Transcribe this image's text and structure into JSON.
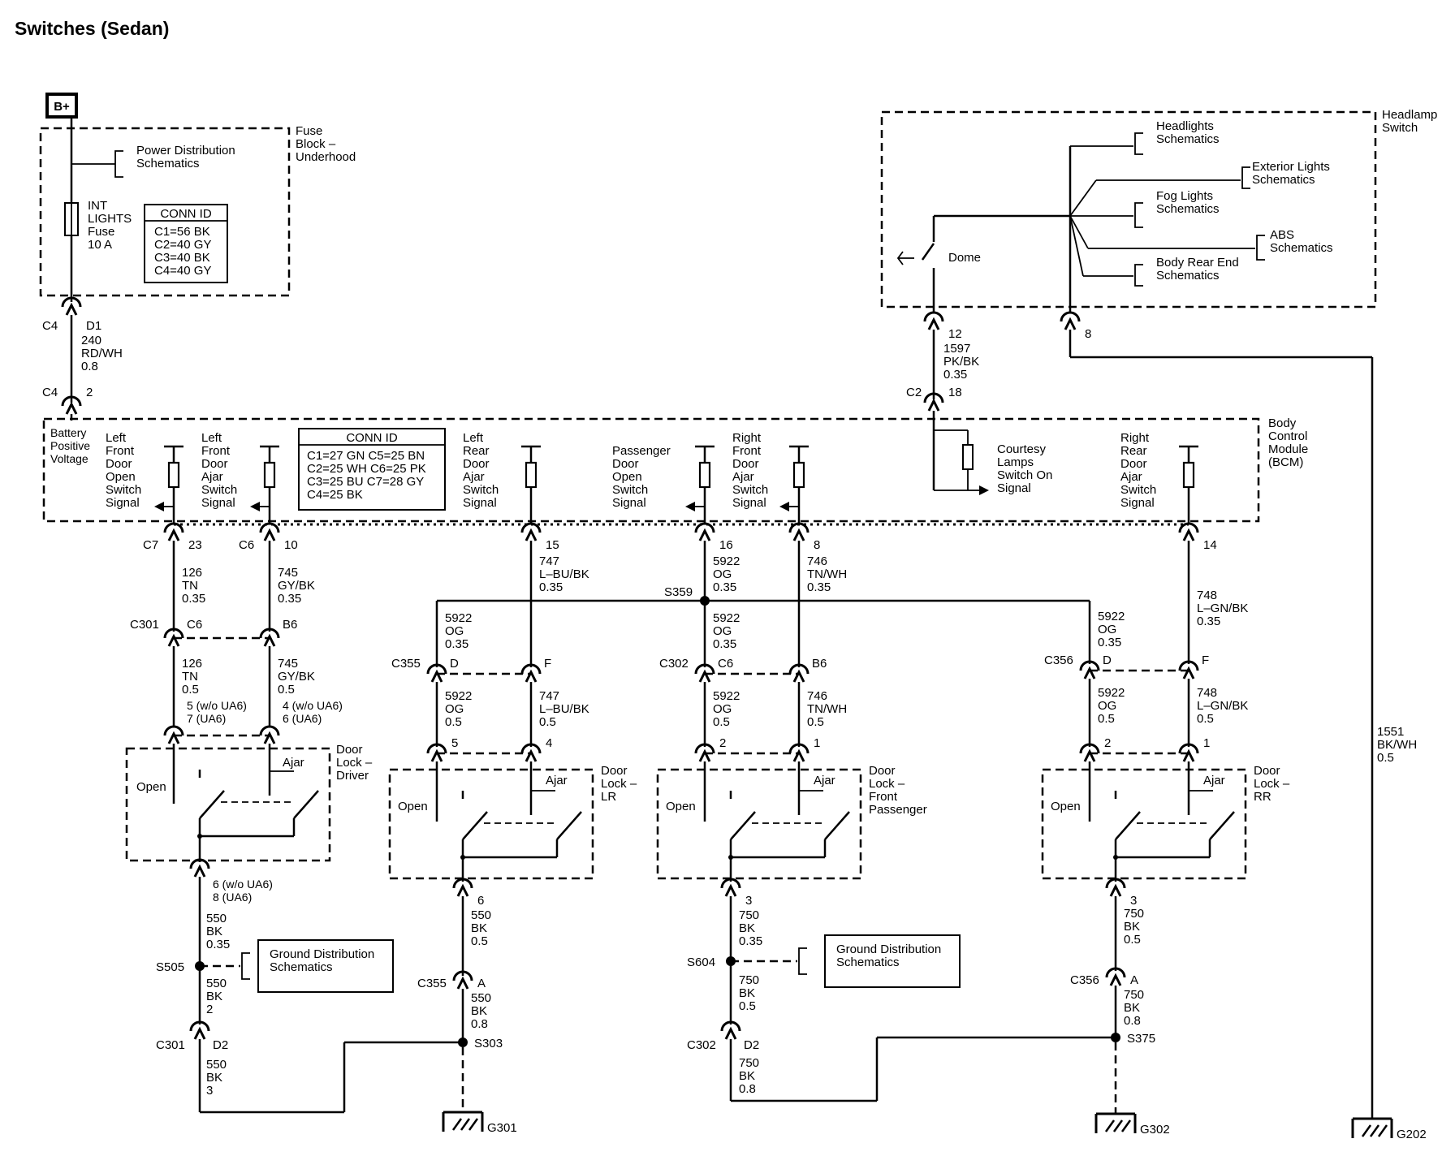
{
  "title": "Switches (Sedan)",
  "labels": {
    "bplus": "B+",
    "power_dist": [
      "Power Distribution",
      "Schematics"
    ],
    "fuse_block": [
      "Fuse",
      "Block –",
      "Underhood"
    ],
    "int_lights_fuse": [
      "INT",
      "LIGHTS",
      "Fuse",
      "10 A"
    ],
    "conn_id_1": {
      "title": "CONN ID",
      "rows": [
        "C1=56 BK",
        "C2=40 GY",
        "C3=40 BK",
        "C4=40 GY"
      ]
    },
    "c4_top": "C4",
    "d1": "D1",
    "wire_240": [
      "240",
      "RD/WH",
      "0.8"
    ],
    "c4_bot": "C4",
    "pin_2": "2",
    "headlamp_switch": [
      "Headlamp",
      "Switch"
    ],
    "headlights_sch": [
      "Headlights",
      "Schematics"
    ],
    "exterior_sch": [
      "Exterior Lights",
      "Schematics"
    ],
    "fog_sch": [
      "Fog Lights",
      "Schematics"
    ],
    "abs_sch": [
      "ABS",
      "Schematics"
    ],
    "body_rear_sch": [
      "Body Rear End",
      "Schematics"
    ],
    "dome": "Dome",
    "pin_12": "12",
    "wire_1597": [
      "1597",
      "PK/BK",
      "0.35"
    ],
    "c2": "C2",
    "pin_18": "18",
    "pin_8_hl": "8",
    "courtesy": [
      "Courtesy",
      "Lamps",
      "Switch On",
      "Signal"
    ],
    "bcm": [
      "Body",
      "Control",
      "Module",
      "(BCM)"
    ],
    "battery_pos": [
      "Battery",
      "Positive",
      "Voltage"
    ],
    "lf_open": [
      "Left",
      "Front",
      "Door",
      "Open",
      "Switch",
      "Signal"
    ],
    "lf_ajar": [
      "Left",
      "Front",
      "Door",
      "Ajar",
      "Switch",
      "Signal"
    ],
    "conn_id_2": {
      "title": "CONN ID",
      "rows": [
        "C1=27 GN  C5=25 BN",
        "C2=25 WH  C6=25 PK",
        "C3=25 BU  C7=28 GY",
        "C4=25 BK"
      ]
    },
    "lr_ajar": [
      "Left",
      "Rear",
      "Door",
      "Ajar",
      "Switch",
      "Signal"
    ],
    "pass_open": [
      "Passenger",
      "Door",
      "Open",
      "Switch",
      "Signal"
    ],
    "rf_ajar": [
      "Right",
      "Front",
      "Door",
      "Ajar",
      "Switch",
      "Signal"
    ],
    "rr_ajar": [
      "Right",
      "Rear",
      "Door",
      "Ajar",
      "Switch",
      "Signal"
    ],
    "c7": "C7",
    "pin_23": "23",
    "c6": "C6",
    "pin_10": "10",
    "pin_15": "15",
    "pin_16": "16",
    "pin_8": "8",
    "pin_14": "14",
    "wire_126_a": [
      "126",
      "TN",
      "0.35"
    ],
    "wire_745_a": [
      "745",
      "GY/BK",
      "0.35"
    ],
    "wire_747_a": [
      "747",
      "L–BU/BK",
      "0.35"
    ],
    "wire_5922_a": [
      "5922",
      "OG",
      "0.35"
    ],
    "wire_746_a": [
      "746",
      "TN/WH",
      "0.35"
    ],
    "wire_748_a": [
      "748",
      "L–GN/BK",
      "0.35"
    ],
    "s359": "S359",
    "c301_top": "C301",
    "c6_b": "C6",
    "b6_a": "B6",
    "wire_5922_lr1": [
      "5922",
      "OG",
      "0.35"
    ],
    "wire_5922_rf1": [
      "5922",
      "OG",
      "0.35"
    ],
    "wire_5922_rr1": [
      "5922",
      "OG",
      "0.35"
    ],
    "c355_top": "C355",
    "d_lr": "D",
    "f_lr": "F",
    "c302_top": "C302",
    "c6_rf": "C6",
    "b6_rf": "B6",
    "c356_top": "C356",
    "d_rr": "D",
    "f_rr": "F",
    "wire_126_b": [
      "126",
      "TN",
      "0.5"
    ],
    "wire_745_b": [
      "745",
      "GY/BK",
      "0.5"
    ],
    "wire_5922_lr2": [
      "5922",
      "OG",
      "0.5"
    ],
    "wire_747_b": [
      "747",
      "L–BU/BK",
      "0.5"
    ],
    "wire_5922_rf2": [
      "5922",
      "OG",
      "0.5"
    ],
    "wire_746_b": [
      "746",
      "TN/WH",
      "0.5"
    ],
    "wire_5922_rr2": [
      "5922",
      "OG",
      "0.5"
    ],
    "wire_748_b": [
      "748",
      "L–GN/BK",
      "0.5"
    ],
    "pins_driver_open": [
      "5 (w/o UA6)",
      "7 (UA6)"
    ],
    "pins_driver_ajar": [
      "4 (w/o UA6)",
      "6 (UA6)"
    ],
    "pin_lr_5": "5",
    "pin_lr_4": "4",
    "pin_rf_2": "2",
    "pin_rf_1": "1",
    "pin_rr_2": "2",
    "pin_rr_1": "1",
    "open": "Open",
    "ajar": "Ajar",
    "door_lock_driver": [
      "Door",
      "Lock –",
      "Driver"
    ],
    "door_lock_lr": [
      "Door",
      "Lock –",
      "LR"
    ],
    "door_lock_fp": [
      "Door",
      "Lock –",
      "Front",
      "Passenger"
    ],
    "door_lock_rr": [
      "Door",
      "Lock –",
      "RR"
    ],
    "wire_1551": [
      "1551",
      "BK/WH",
      "0.5"
    ],
    "pins_driver_gnd": [
      "6 (w/o UA6)",
      "8 (UA6)"
    ],
    "wire_550_a": [
      "550",
      "BK",
      "0.35"
    ],
    "s505": "S505",
    "ground_dist": [
      "Ground Distribution",
      "Schematics"
    ],
    "wire_550_b": [
      "550",
      "BK",
      "2"
    ],
    "c301_bot": "C301",
    "d2_a": "D2",
    "wire_550_c": [
      "550",
      "BK",
      "3"
    ],
    "pin_lr_6": "6",
    "wire_550_lr": [
      "550",
      "BK",
      "0.5"
    ],
    "c355_bot": "C355",
    "a_lr": "A",
    "wire_550_lr2": [
      "550",
      "BK",
      "0.8"
    ],
    "s303": "S303",
    "g301": "G301",
    "pin_rf_3": "3",
    "wire_750_a": [
      "750",
      "BK",
      "0.35"
    ],
    "s604": "S604",
    "ground_dist2": [
      "Ground Distribution",
      "Schematics"
    ],
    "wire_750_b": [
      "750",
      "BK",
      "0.5"
    ],
    "c302_bot": "C302",
    "d2_b": "D2",
    "wire_750_c": [
      "750",
      "BK",
      "0.8"
    ],
    "pin_rr_3": "3",
    "wire_750_rr": [
      "750",
      "BK",
      "0.5"
    ],
    "c356_bot": "C356",
    "a_rr": "A",
    "wire_750_rr2": [
      "750",
      "BK",
      "0.8"
    ],
    "s375": "S375",
    "g302": "G302",
    "g202": "G202"
  }
}
